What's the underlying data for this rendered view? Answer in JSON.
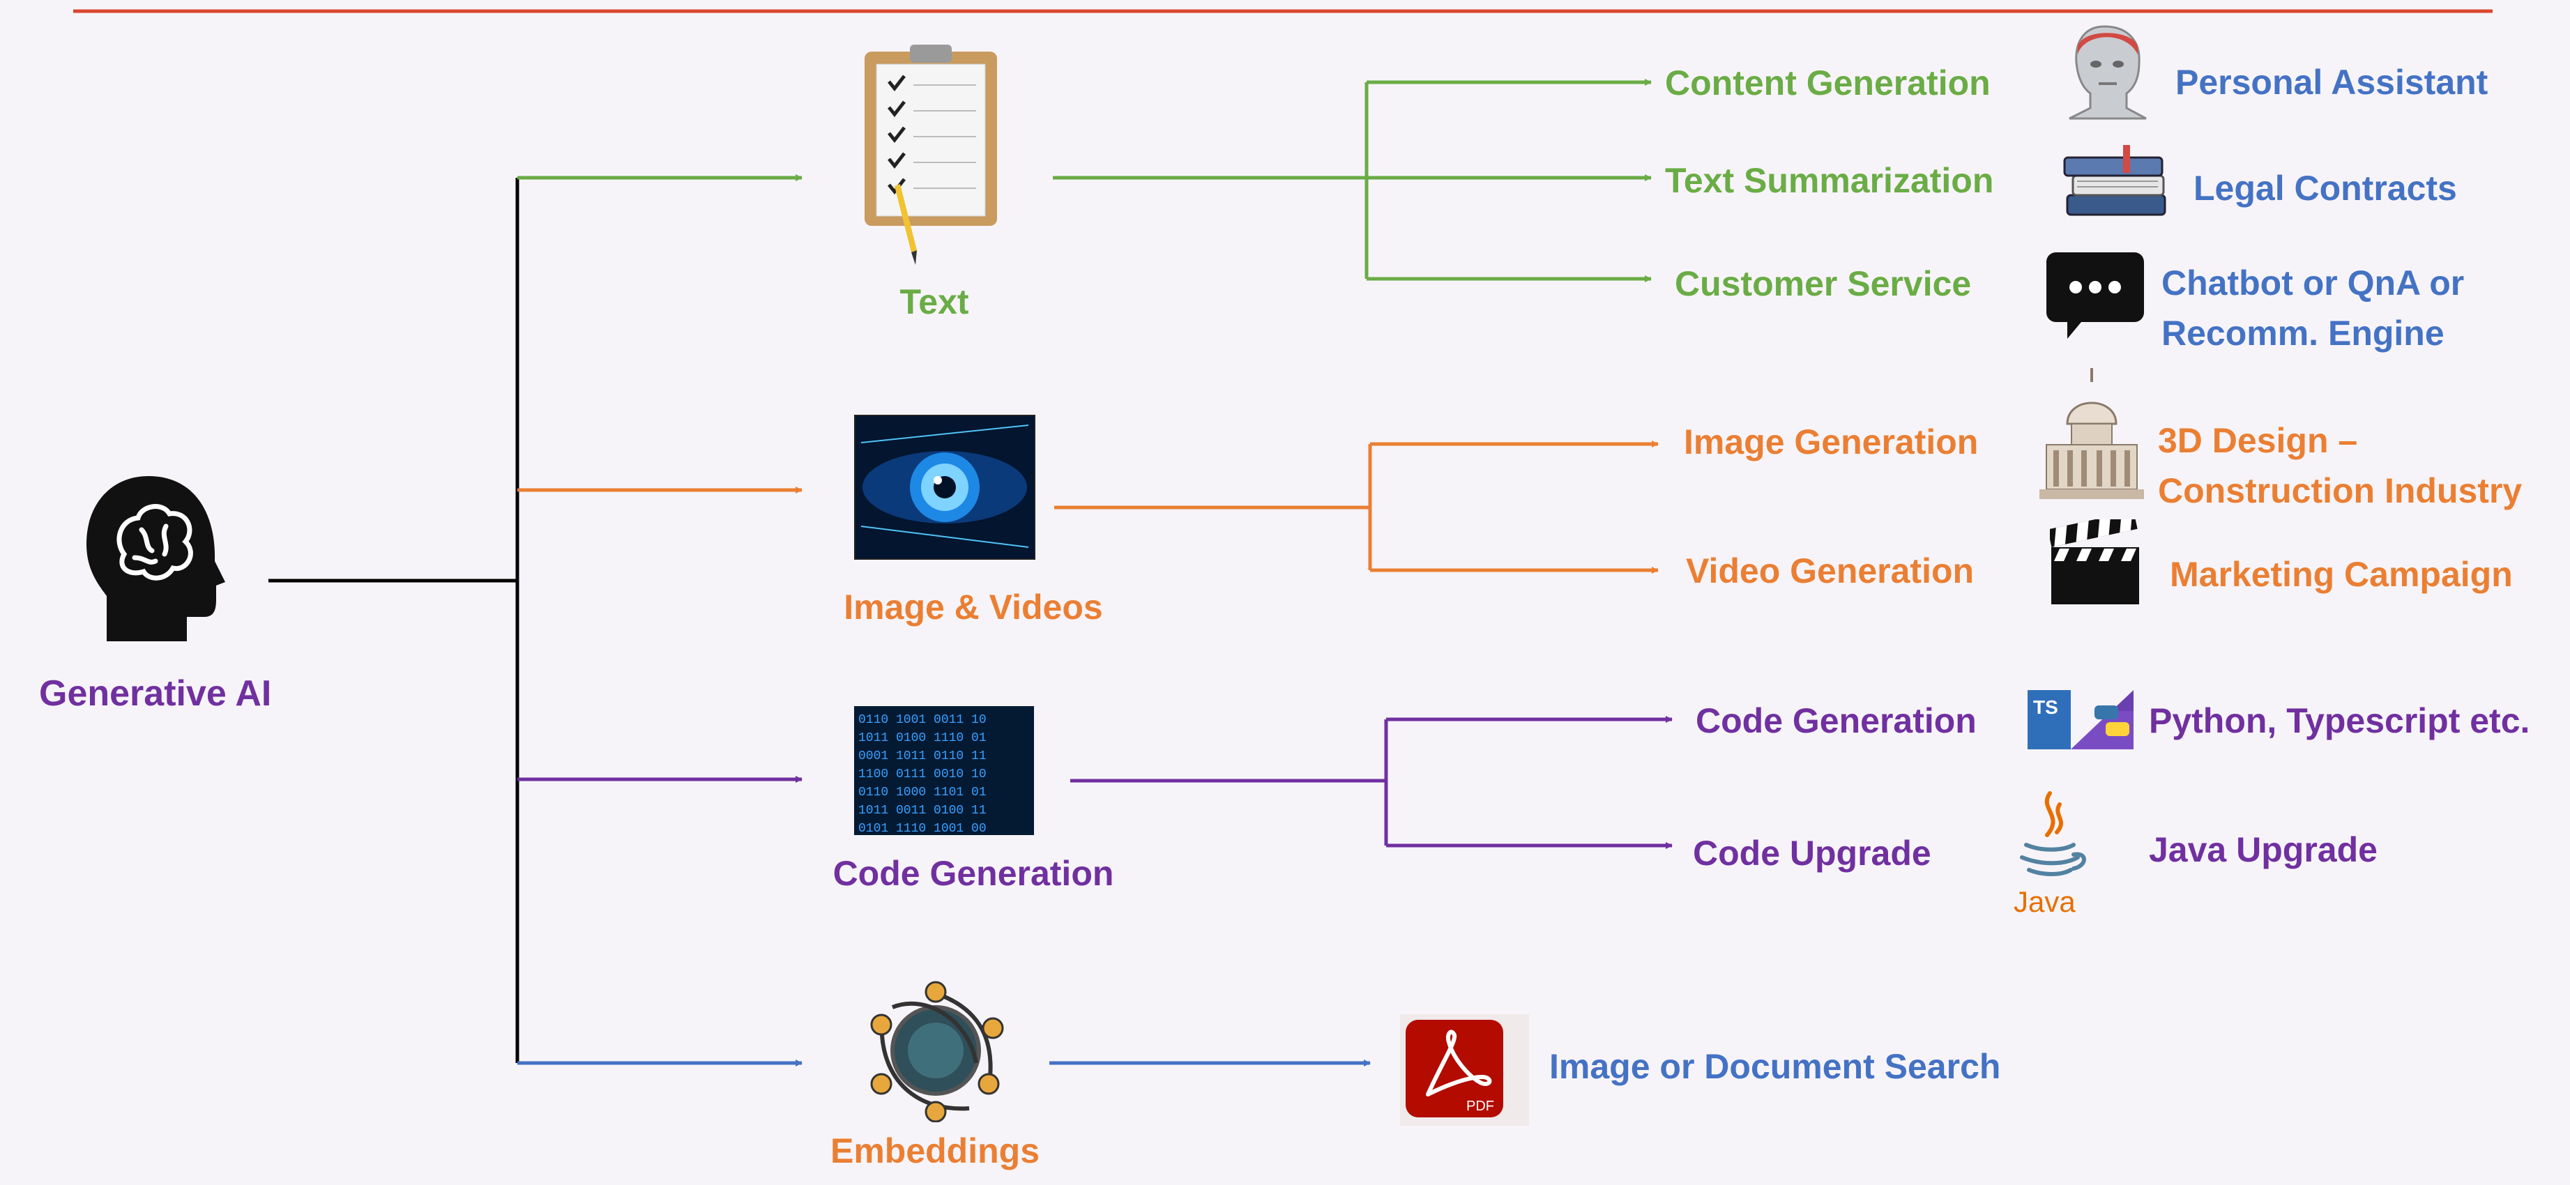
{
  "colors": {
    "text_green": "#6aac45",
    "image_orange": "#ea7f33",
    "code_purple": "#7030a0",
    "embed_blue": "#4472c4",
    "root_line": "#000000",
    "top_rule": "#d9472f"
  },
  "root": {
    "label": "Generative AI",
    "icon": "brain-head-icon"
  },
  "categories": [
    {
      "label": "Text",
      "icon": "clipboard-checklist-icon",
      "color": "#6aac45",
      "items": [
        {
          "task": "Content Generation",
          "icon": "robot-head-icon",
          "use": "Personal Assistant",
          "use_color": "#4472c4"
        },
        {
          "task": "Text Summarization",
          "icon": "books-stack-icon",
          "use": "Legal Contracts",
          "use_color": "#4472c4"
        },
        {
          "task": "Customer Service",
          "icon": "chat-bubble-icon",
          "use": "Chatbot or QnA or",
          "use2": "Recomm. Engine",
          "use_color": "#4472c4"
        }
      ]
    },
    {
      "label": "Image & Videos",
      "icon": "digital-eye-icon",
      "color": "#ea7f33",
      "items": [
        {
          "task": "Image Generation",
          "icon": "capitol-building-icon",
          "use": "3D Design –",
          "use2": "Construction Industry",
          "use_color": "#ea7f33"
        },
        {
          "task": "Video Generation",
          "icon": "clapperboard-icon",
          "use": "Marketing Campaign",
          "use_color": "#ea7f33"
        }
      ]
    },
    {
      "label": "Code Generation",
      "icon": "binary-code-icon",
      "color": "#7030a0",
      "items": [
        {
          "task": "Code Generation",
          "icon": "ts-python-icon",
          "use": "Python, Typescript etc.",
          "use_color": "#7030a0",
          "badge": "TS"
        },
        {
          "task": "Code Upgrade",
          "icon": "java-cup-icon",
          "use": "Java Upgrade",
          "use_color": "#7030a0",
          "badge": "Java"
        }
      ]
    },
    {
      "label": "Embeddings",
      "icon": "network-hub-icon",
      "color": "#4472c4",
      "items": [
        {
          "icon": "pdf-icon",
          "use": "Image or Document Search",
          "use_color": "#4472c4",
          "badge": "PDF"
        }
      ]
    }
  ]
}
